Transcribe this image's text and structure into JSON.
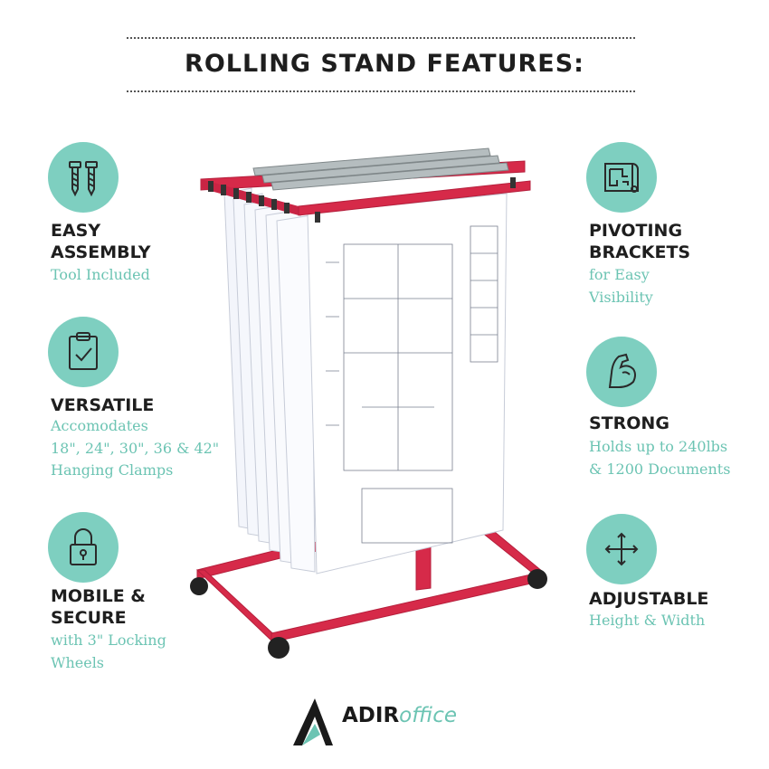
{
  "header": {
    "title": "ROLLING STAND FEATURES:"
  },
  "colors": {
    "accent": "#7ecfc0",
    "accent_text": "#6cc4b3",
    "frame": "#d62a49",
    "text": "#1e1e1e"
  },
  "features_left": [
    {
      "icon": "screws-icon",
      "title_lines": [
        "EASY",
        "ASSEMBLY"
      ],
      "sub_lines": [
        "Tool Included"
      ]
    },
    {
      "icon": "clipboard-check-icon",
      "title_lines": [
        "VERSATILE"
      ],
      "sub_lines": [
        "Accomodates",
        "18\", 24\", 30\", 36 & 42\"",
        "Hanging Clamps"
      ]
    },
    {
      "icon": "padlock-icon",
      "title_lines": [
        "MOBILE &",
        "SECURE"
      ],
      "sub_lines": [
        "with 3\" Locking",
        "Wheels"
      ]
    }
  ],
  "features_right": [
    {
      "icon": "blueprint-icon",
      "title_lines": [
        "PIVOTING",
        "BRACKETS"
      ],
      "sub_lines": [
        "for Easy",
        "Visibility"
      ]
    },
    {
      "icon": "flexed-arm-icon",
      "title_lines": [
        "STRONG"
      ],
      "sub_lines": [
        "Holds up to 240lbs",
        "& 1200 Documents"
      ]
    },
    {
      "icon": "move-arrows-icon",
      "title_lines": [
        "ADJUSTABLE"
      ],
      "sub_lines": [
        "Height & Width"
      ]
    }
  ],
  "logo": {
    "brand": "ADIR",
    "suffix": "office"
  }
}
